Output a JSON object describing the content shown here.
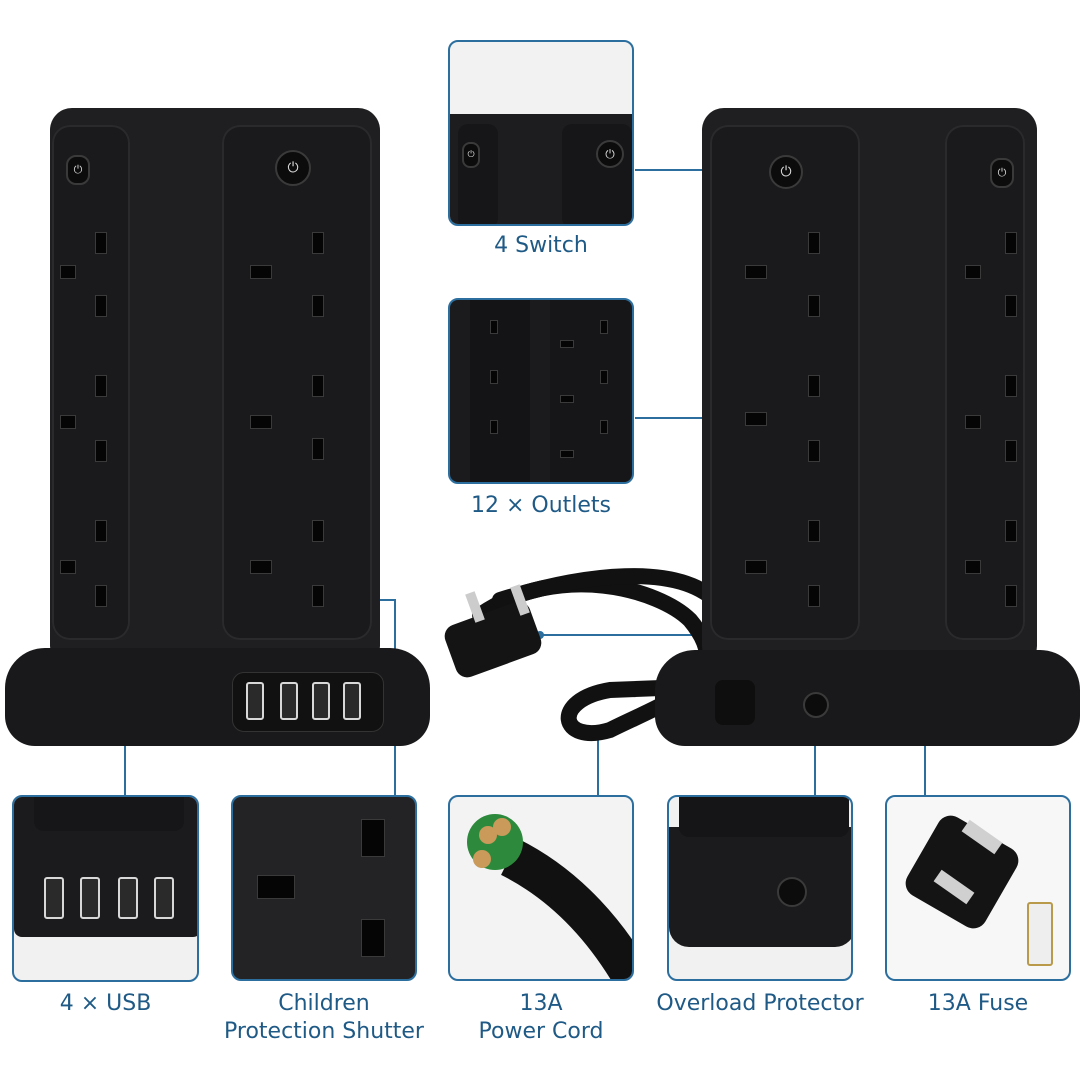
{
  "labels": {
    "switch": "4 Switch",
    "outlets": "12 × Outlets",
    "usb": "4 × USB",
    "shutter_line1": "Children",
    "shutter_line2": "Protection Shutter",
    "cord_line1": "13A",
    "cord_line2": "Power Cord",
    "overload": "Overload Protector",
    "fuse": "13A Fuse"
  },
  "icons": {
    "power": "⏻"
  },
  "colors": {
    "accent": "#2c6f9f",
    "label_text": "#1f5a86",
    "product": "#1f1f21"
  }
}
